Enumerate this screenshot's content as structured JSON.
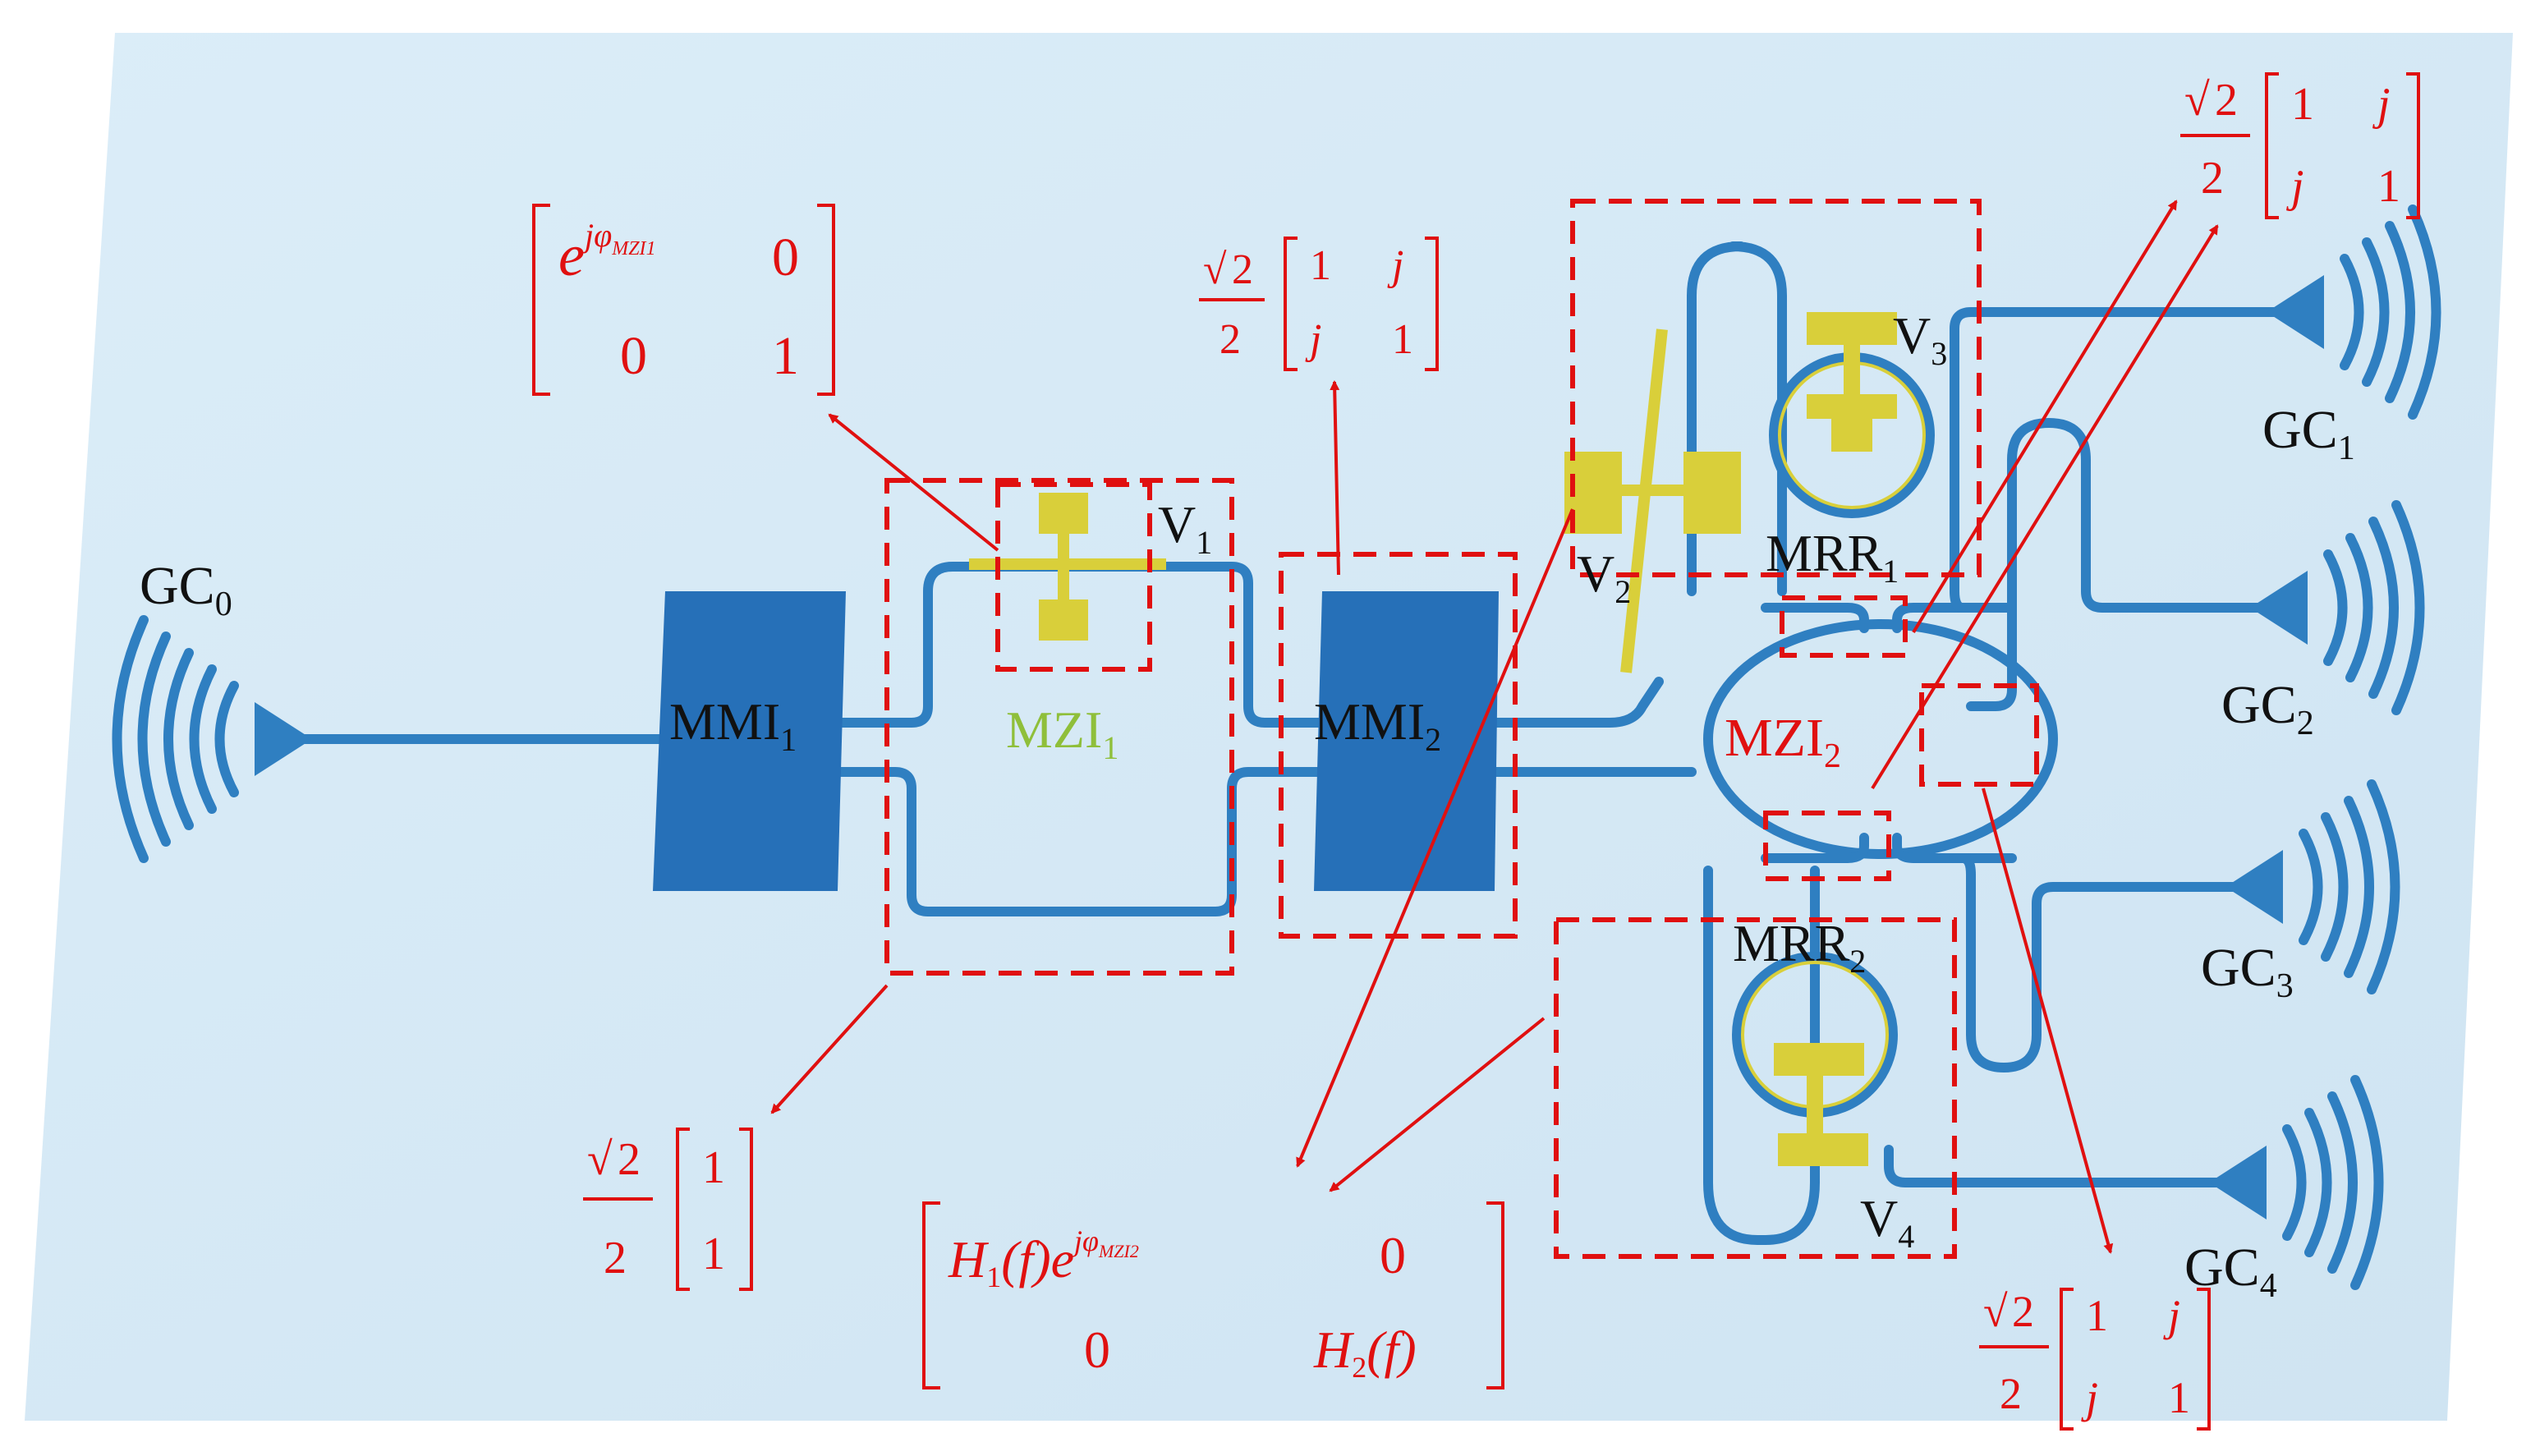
{
  "colors": {
    "background_board": "#d6e9f5",
    "waveguide": "#2f7fc1",
    "block": "#2670b8",
    "electrode": "#d9cf3a",
    "annotation": "#e01010",
    "label_green": "#8fbf3a"
  },
  "components": {
    "gc0": {
      "main": "GC",
      "sub": "0"
    },
    "gc1": {
      "main": "GC",
      "sub": "1"
    },
    "gc2": {
      "main": "GC",
      "sub": "2"
    },
    "gc3": {
      "main": "GC",
      "sub": "3"
    },
    "gc4": {
      "main": "GC",
      "sub": "4"
    },
    "mmi1": {
      "main": "MMI",
      "sub": "1"
    },
    "mmi2": {
      "main": "MMI",
      "sub": "2"
    },
    "mzi1": {
      "main": "MZI",
      "sub": "1"
    },
    "mzi2": {
      "main": "MZI",
      "sub": "2"
    },
    "mrr1": {
      "main": "MRR",
      "sub": "1"
    },
    "mrr2": {
      "main": "MRR",
      "sub": "2"
    },
    "v1": {
      "main": "V",
      "sub": "1"
    },
    "v2": {
      "main": "V",
      "sub": "2"
    },
    "v3": {
      "main": "V",
      "sub": "3"
    },
    "v4": {
      "main": "V",
      "sub": "4"
    }
  },
  "matrices": {
    "phase_mzi1": {
      "e": "e",
      "exp": "jφ",
      "exp_sub": "MZI",
      "exp_sub2": "1",
      "r1c2": "0",
      "r2c1": "0",
      "r2c2": "1"
    },
    "coupler_mmi2": {
      "sqrt": "2",
      "den": "2",
      "a": "1",
      "b": "j",
      "c": "j",
      "d": "1"
    },
    "coupler_top_right": {
      "sqrt": "2",
      "den": "2",
      "a": "1",
      "b": "j",
      "c": "j",
      "d": "1"
    },
    "coupler_bottom_right": {
      "sqrt": "2",
      "den": "2",
      "a": "1",
      "b": "j",
      "c": "j",
      "d": "1"
    },
    "splitter_mmi1": {
      "sqrt": "2",
      "den": "2",
      "a": "1",
      "b": "1"
    },
    "transfer_mzi2": {
      "h1": "H",
      "h1_sub": "1",
      "h1_arg": "(f)",
      "e": "e",
      "exp": "jφ",
      "exp_sub": "MZI",
      "exp_sub2": "2",
      "r1c2": "0",
      "r2c1": "0",
      "h2": "H",
      "h2_sub": "2",
      "h2_arg": "(f)"
    }
  }
}
